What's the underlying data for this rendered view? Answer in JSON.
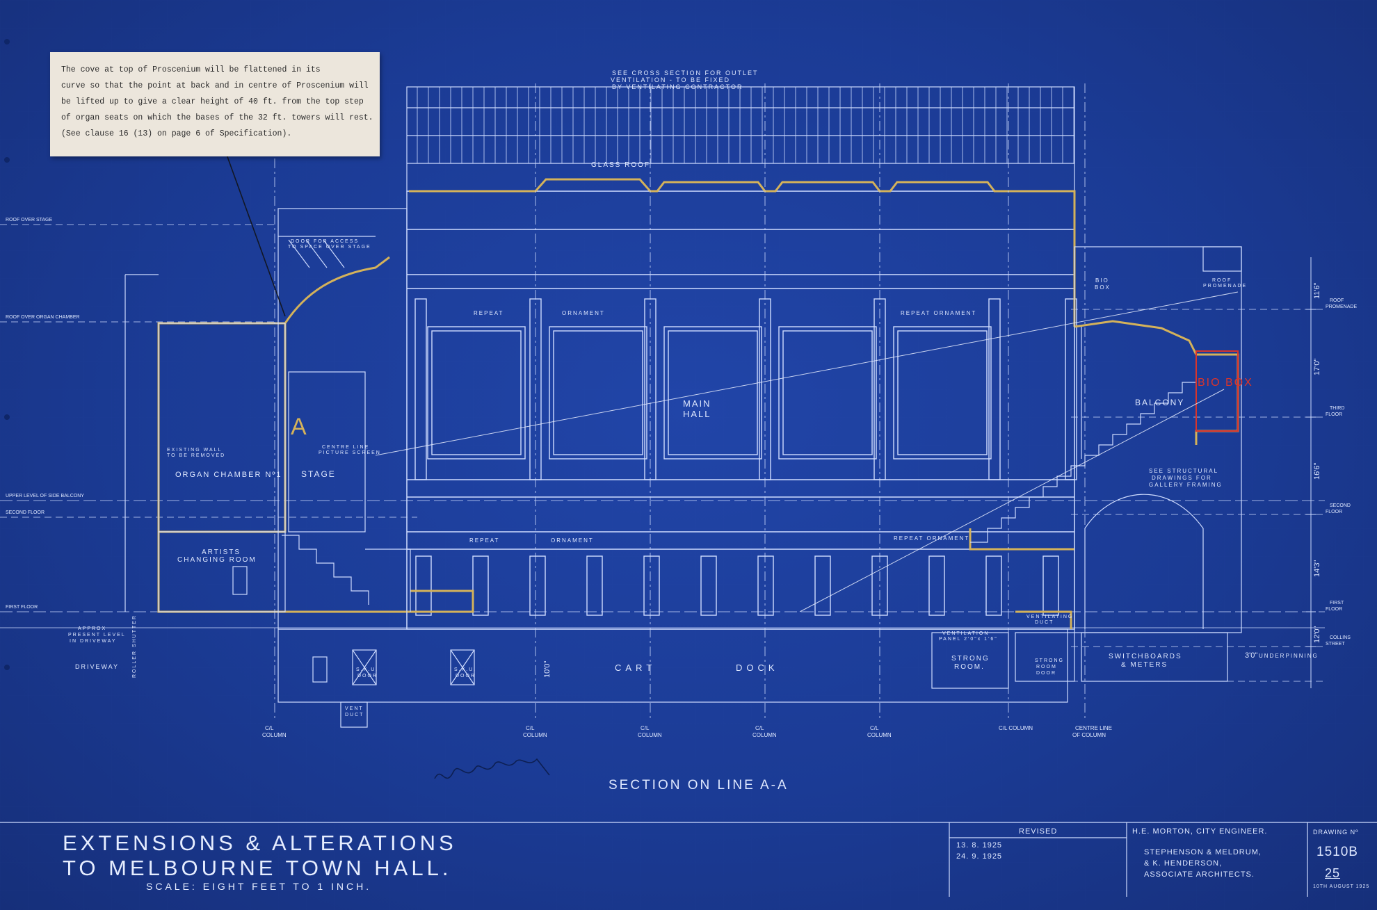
{
  "note": {
    "lines": [
      "The cove at top of Proscenium will be flattened in its",
      "curve so that the point at back and in centre of Proscenium will",
      "be lifted up to give a clear height of 40 ft. from the top step",
      "of organ seats on which the bases of the 32 ft. towers will rest.",
      "(See clause 16 (13) on page 6 of Specification)."
    ]
  },
  "top_note": [
    "SEE CROSS SECTION FOR OUTLET",
    "VENTILATION - TO BE FIXED",
    "BY VENTILATING CONTRACTOR"
  ],
  "labels": {
    "glass_roof": "GLASS ROOF",
    "main_hall": "MAIN",
    "main_hall_2": "HALL",
    "balcony": "BALCONY",
    "stage": "STAGE",
    "organ_chamber": "ORGAN CHAMBER Nº1",
    "artists": "ARTISTS",
    "changing_room": "CHANGING ROOM",
    "cart": "CART",
    "dock": "DOCK",
    "strong_room": "STRONG",
    "strong_room_2": "ROOM.",
    "switchboards": "SWITCHBOARDS",
    "meters": "& METERS",
    "driveway": "DRIVEWAY",
    "repeat_ornament_1": "REPEAT",
    "ornament_1": "ORNAMENT",
    "repeat_ornament_2": "REPEAT ORNAMENT",
    "repeat_ornament_3": "REPEAT",
    "ornament_3": "ORNAMENT",
    "repeat_ornament_4": "REPEAT ORNAMENT",
    "centre_line_screen": "CENTRE LINE",
    "picture_screen": "PICTURE SCREEN",
    "existing_wall": "EXISTING WALL",
    "to_be_removed": "TO BE REMOVED",
    "door_access": "DOOR FOR ACCESS",
    "space_over_stage": "TO SPACE OVER STAGE",
    "bio_box": "BIO",
    "bio_box_2": "BOX",
    "roof_promenade": "ROOF",
    "roof_promenade_2": "PROMENADE",
    "see_structural": "SEE STRUCTURAL",
    "drawings_for": "DRAWINGS FOR",
    "gallery_framing": "GALLERY FRAMING",
    "ventilation_panel": "VENTILATION",
    "panel_size": "PANEL 2'0\"x 1'6\"",
    "ventilating_duct": "VENTILATING",
    "duct": "DUCT",
    "vent_duct": "VENT",
    "vent_duct_2": "DUCT",
    "strong_room_door": "STRONG",
    "strong_room_door_2": "ROOM",
    "strong_room_door_3": "DOOR",
    "approx_level": "APPROX",
    "approx_level_2": "PRESENT LEVEL",
    "approx_level_3": "IN DRIVEWAY",
    "roller_shutter": "ROLLER SHUTTER",
    "sxu_door": "S.X.U.",
    "sxu_door_2": "DOOR",
    "underpinning": "UNDERPINNING",
    "letter_a": "A",
    "dim_10": "10'0\"",
    "dim_17": "17'0\"",
    "dim_11": "11'6\"",
    "dim_16": "16'6\"",
    "dim_14": "14'3\"",
    "dim_12": "12'0\"",
    "dim_3": "3'0\""
  },
  "columns": [
    {
      "line1": "C/L",
      "line2": "COLUMN"
    },
    {
      "line1": "C/L",
      "line2": "COLUMN"
    },
    {
      "line1": "C/L",
      "line2": "COLUMN"
    },
    {
      "line1": "C/L",
      "line2": "COLUMN"
    },
    {
      "line1": "C/L",
      "line2": "COLUMN"
    },
    {
      "line1": "C/L COLUMN",
      "line2": ""
    },
    {
      "line1": "CENTRE LINE",
      "line2": "OF COLUMN"
    }
  ],
  "levels_left": [
    "ROOF OVER STAGE",
    "ROOF OVER ORGAN CHAMBER",
    "UPPER LEVEL OF SIDE BALCONY",
    "SECOND FLOOR",
    "FIRST FLOOR"
  ],
  "levels_right": [
    {
      "l1": "ROOF",
      "l2": "PROMENADE"
    },
    {
      "l1": "THIRD",
      "l2": "FLOOR"
    },
    {
      "l1": "SECOND",
      "l2": "FLOOR"
    },
    {
      "l1": "FIRST",
      "l2": "FLOOR"
    },
    {
      "l1": "COLLINS",
      "l2": "STREET"
    }
  ],
  "section_title": "SECTION ON LINE A-A",
  "title": {
    "line1": "EXTENSIONS & ALTERATIONS",
    "line2": "TO MELBOURNE TOWN HALL.",
    "scale": "SCALE: EIGHT FEET TO 1 INCH."
  },
  "revised": {
    "heading": "REVISED",
    "dates": [
      "13. 8. 1925",
      "24. 9. 1925"
    ]
  },
  "engineers": [
    "H.E. MORTON, CITY ENGINEER.",
    "STEPHENSON & MELDRUM,",
    "& K. HENDERSON,",
    "ASSOCIATE ARCHITECTS."
  ],
  "drawing_no": {
    "label": "DRAWING Nº",
    "number": "1510B",
    "sheet": "25",
    "date": "10TH AUGUST 1925"
  },
  "bio_box_red": "BIO BOX",
  "colors": {
    "paper": "#1b3b95",
    "line": "#cfdcff",
    "highlight": "#d4b25a",
    "red": "#d9342b",
    "note_paper": "#ece6dc"
  }
}
